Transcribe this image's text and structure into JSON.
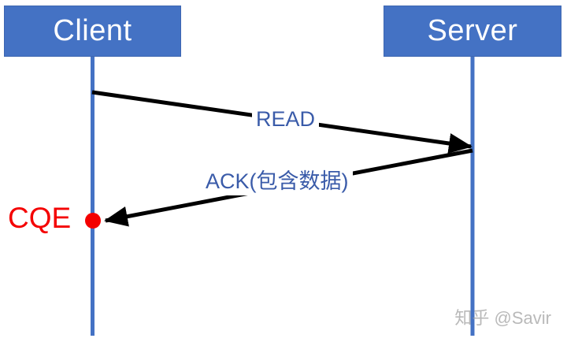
{
  "diagram": {
    "title_implicit": "RDMA READ sequence",
    "colors": {
      "participant_fill": "#4472c4",
      "lifeline": "#4472c4",
      "message_text": "#3a5ba9",
      "arrow": "#000000",
      "event": "#f40000",
      "watermark": "#9e9e9e",
      "background": "#ffffff"
    },
    "participants": [
      {
        "label": "Client"
      },
      {
        "label": "Server"
      }
    ],
    "messages": [
      {
        "label": "READ",
        "from": "Client",
        "to": "Server"
      },
      {
        "label": "ACK(包含数据)",
        "from": "Server",
        "to": "Client"
      }
    ],
    "event": {
      "label": "CQE",
      "marker": "red-dot",
      "on": "Client"
    },
    "watermark": "知乎 @Savir"
  }
}
